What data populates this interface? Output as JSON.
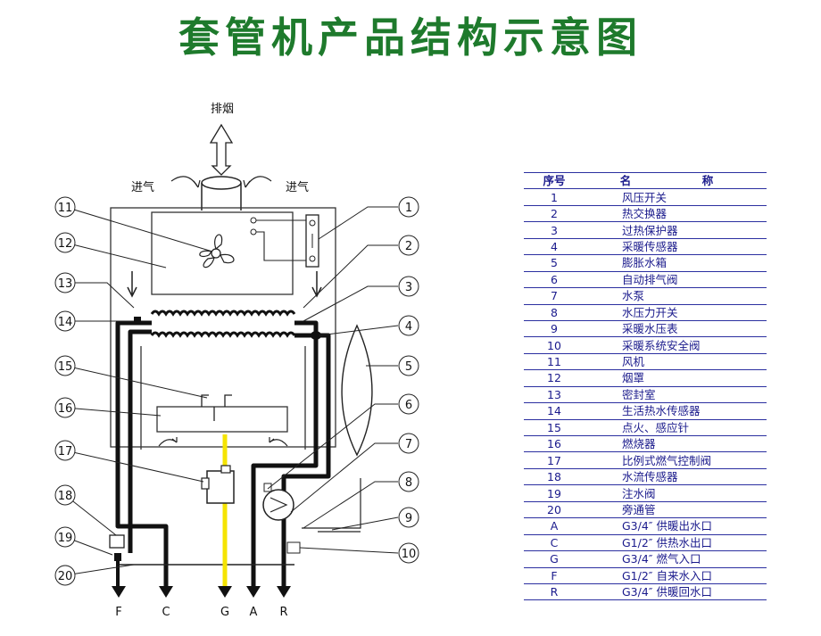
{
  "title": "套管机产品结构示意图",
  "labels": {
    "exhaust": "排烟",
    "intake_left": "进气",
    "intake_right": "进气"
  },
  "callout_numbers": [
    "1",
    "2",
    "3",
    "4",
    "5",
    "6",
    "7",
    "8",
    "9",
    "10",
    "11",
    "12",
    "13",
    "14",
    "15",
    "16",
    "17",
    "18",
    "19",
    "20"
  ],
  "ports": [
    "F",
    "C",
    "G",
    "A",
    "R"
  ],
  "legend": {
    "header_no": "序号",
    "header_name_1": "名",
    "header_name_2": "称",
    "rows": [
      {
        "no": "1",
        "name": "风压开关"
      },
      {
        "no": "2",
        "name": "热交换器"
      },
      {
        "no": "3",
        "name": "过热保护器"
      },
      {
        "no": "4",
        "name": "采暖传感器"
      },
      {
        "no": "5",
        "name": "膨胀水箱"
      },
      {
        "no": "6",
        "name": "自动排气阀"
      },
      {
        "no": "7",
        "name": "水泵"
      },
      {
        "no": "8",
        "name": "水压力开关"
      },
      {
        "no": "9",
        "name": "采暖水压表"
      },
      {
        "no": "10",
        "name": "采暖系统安全阀"
      },
      {
        "no": "11",
        "name": "风机"
      },
      {
        "no": "12",
        "name": "烟罩"
      },
      {
        "no": "13",
        "name": "密封室"
      },
      {
        "no": "14",
        "name": "生活热水传感器"
      },
      {
        "no": "15",
        "name": "点火、感应针"
      },
      {
        "no": "16",
        "name": "燃烧器"
      },
      {
        "no": "17",
        "name": "比例式燃气控制阀"
      },
      {
        "no": "18",
        "name": "水流传感器"
      },
      {
        "no": "19",
        "name": "注水阀"
      },
      {
        "no": "20",
        "name": "旁通管"
      },
      {
        "no": "A",
        "name": "G3/4″ 供暖出水口"
      },
      {
        "no": "C",
        "name": "G1/2″ 供热水出口"
      },
      {
        "no": "G",
        "name": "G3/4″ 燃气入口"
      },
      {
        "no": "F",
        "name": "G1/2″ 自来水入口"
      },
      {
        "no": "R",
        "name": "G3/4″ 供暖回水口"
      }
    ]
  },
  "colors": {
    "title": "#1e7a2c",
    "legend_text": "#1a1a8c",
    "gas_line": "#f5e400",
    "pipe": "#111111"
  }
}
